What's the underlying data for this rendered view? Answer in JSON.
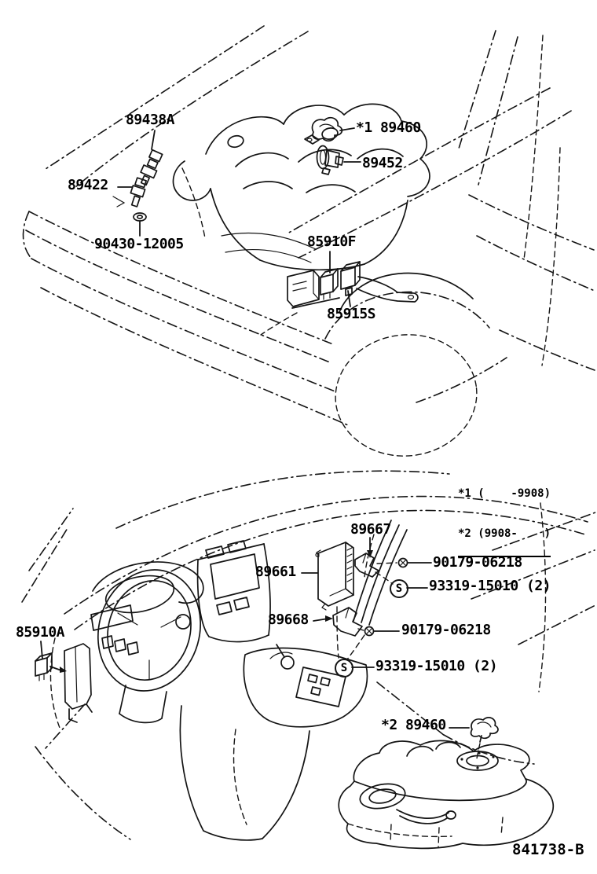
{
  "figure": {
    "drawing_code": "841738-B",
    "notes": {
      "line1": "*1 (    -9908)",
      "line2": "*2 (9908-    )"
    },
    "screw_symbol": "S"
  },
  "labels": {
    "engine": [
      "89438A",
      "89422",
      "90430-12005",
      "*1 89460",
      "89452",
      "85910F",
      "85915S"
    ],
    "interior": [
      "89667",
      "89661",
      "90179-06218",
      "93319-15010 (2)",
      "89668",
      "90179-06218",
      "93319-15010 (2)",
      "85910A"
    ],
    "fuel": [
      "*2 89460"
    ]
  }
}
